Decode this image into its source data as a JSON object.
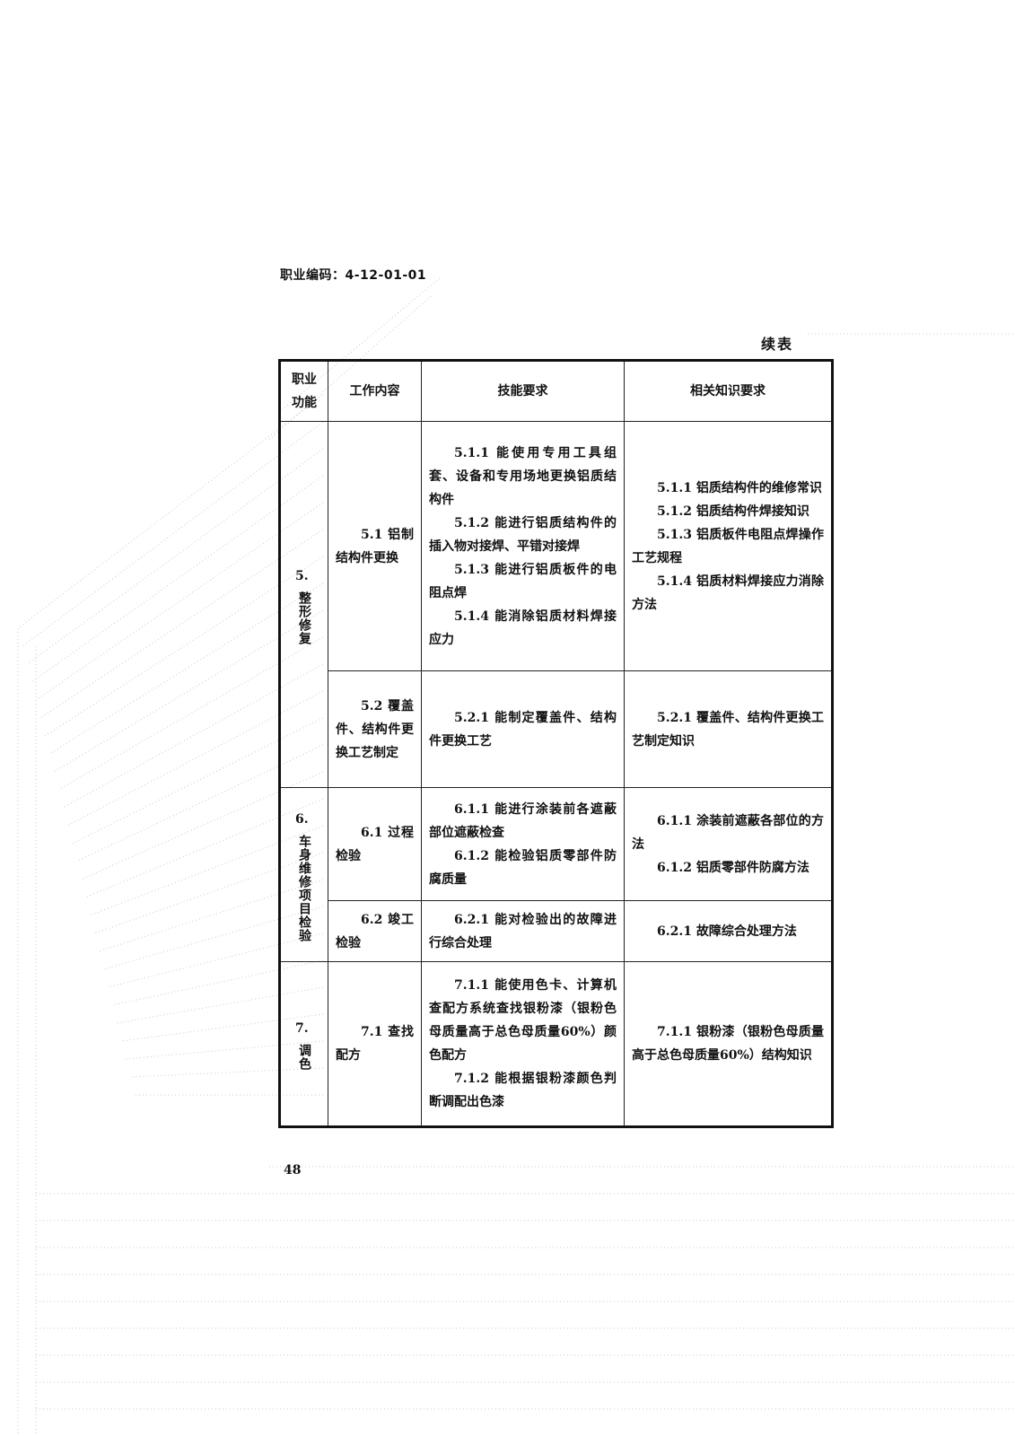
{
  "header": {
    "occupation_code": "职业编码：4-12-01-01",
    "continued": "续表"
  },
  "table": {
    "columns": [
      "职业\n功能",
      "工作内容",
      "技能要求",
      "相关知识要求"
    ],
    "groups": [
      {
        "num": "5.",
        "name": "整形修复",
        "rows": [
          {
            "work": "5.1 铝制结构件更换",
            "skills": [
              "5.1.1 能使用专用工具组套、设备和专用场地更换铝质结构件",
              "5.1.2 能进行铝质结构件的插入物对接焊、平错对接焊",
              "5.1.3 能进行铝质板件的电阻点焊",
              "5.1.4 能消除铝质材料焊接应力"
            ],
            "knowledge": [
              "5.1.1 铝质结构件的维修常识",
              "5.1.2 铝质结构件焊接知识",
              "5.1.3 铝质板件电阻点焊操作工艺规程",
              "5.1.4 铝质材料焊接应力消除方法"
            ]
          },
          {
            "work": "5.2 覆盖件、结构件更换工艺制定",
            "skills": [
              "5.2.1 能制定覆盖件、结构件更换工艺"
            ],
            "knowledge": [
              "5.2.1 覆盖件、结构件更换工艺制定知识"
            ]
          }
        ]
      },
      {
        "num": "6.",
        "name": "车身维修项目检验",
        "rows": [
          {
            "work": "6.1 过程检验",
            "skills": [
              "6.1.1 能进行涂装前各遮蔽部位遮蔽检查",
              "6.1.2 能检验铝质零部件防腐质量"
            ],
            "knowledge": [
              "6.1.1 涂装前遮蔽各部位的方法",
              "6.1.2 铝质零部件防腐方法"
            ]
          },
          {
            "work": "6.2 竣工检验",
            "skills": [
              "6.2.1 能对检验出的故障进行综合处理"
            ],
            "knowledge": [
              "6.2.1 故障综合处理方法"
            ]
          }
        ]
      },
      {
        "num": "7.",
        "name": "调色",
        "rows": [
          {
            "work": "7.1 查找配方",
            "skills": [
              "7.1.1 能使用色卡、计算机查配方系统查找银粉漆（银粉色母质量高于总色母质量60%）颜色配方",
              "7.1.2 能根据银粉漆颜色判断调配出色漆"
            ],
            "knowledge": [
              "7.1.1 银粉漆（银粉色母质量高于总色母质量60%）结构知识"
            ]
          }
        ]
      }
    ]
  },
  "footer": {
    "page_number": "48"
  }
}
